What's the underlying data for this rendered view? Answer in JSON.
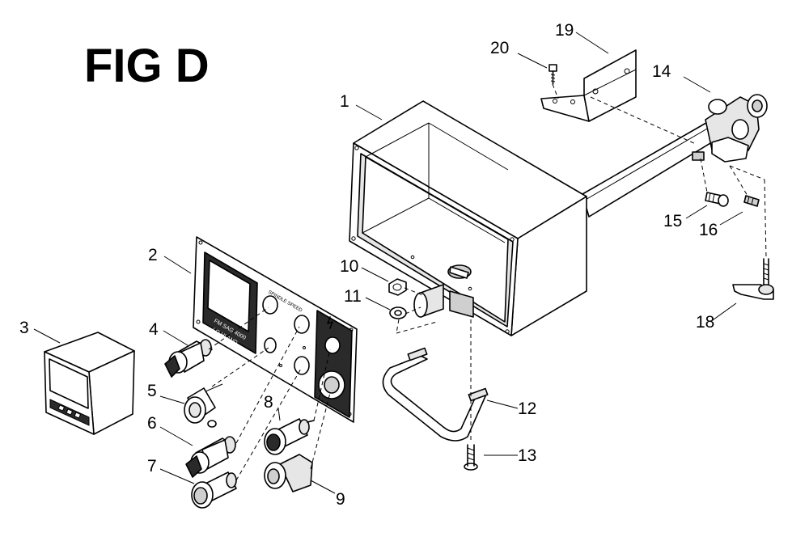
{
  "figure": {
    "title": "FIG D"
  },
  "callouts": [
    {
      "id": "1",
      "label": "1"
    },
    {
      "id": "2",
      "label": "2"
    },
    {
      "id": "3",
      "label": "3"
    },
    {
      "id": "4",
      "label": "4"
    },
    {
      "id": "5",
      "label": "5"
    },
    {
      "id": "6",
      "label": "6"
    },
    {
      "id": "7",
      "label": "7"
    },
    {
      "id": "8",
      "label": "8"
    },
    {
      "id": "9",
      "label": "9"
    },
    {
      "id": "10",
      "label": "10"
    },
    {
      "id": "11",
      "label": "11"
    },
    {
      "id": "12",
      "label": "12"
    },
    {
      "id": "13",
      "label": "13"
    },
    {
      "id": "14",
      "label": "14"
    },
    {
      "id": "15",
      "label": "15"
    },
    {
      "id": "16",
      "label": "16"
    },
    {
      "id": "18",
      "label": "18"
    },
    {
      "id": "19",
      "label": "19"
    },
    {
      "id": "20",
      "label": "20"
    }
  ],
  "panel_markings": {
    "line1": "FM  SAG  4000",
    "line2": "LO  HI  AND",
    "speed": "SPINDLE SPEED"
  },
  "colors": {
    "ink": "#000000",
    "background": "#ffffff",
    "panel_dark": "#2a2a2a"
  }
}
